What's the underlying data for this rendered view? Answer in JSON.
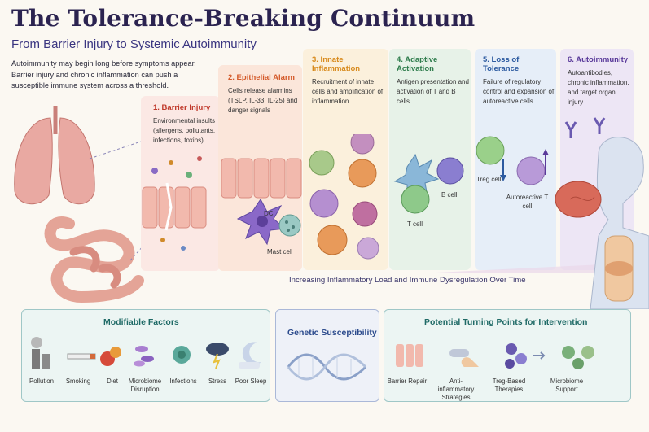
{
  "header": {
    "title": "The Tolerance-Breaking Continuum",
    "subtitle": "From Barrier Injury to Systemic Autoimmunity",
    "intro": "Autoimmunity may begin long before symptoms appear. Barrier injury and chronic inflammation can push a susceptible immune system across a threshold."
  },
  "stages": [
    {
      "heading": "1. Barrier Injury",
      "body": "Environmental insults (allergens, pollutants, infections, toxins)",
      "color": "#c0392b"
    },
    {
      "heading": "2. Epithelial Alarm",
      "body": "Cells release alarmins (TSLP, IL-33, IL-25) and danger signals",
      "color": "#d45a2a"
    },
    {
      "heading": "3. Innate Inflammation",
      "body": "Recruitment of innate cells and amplification of inflammation",
      "color": "#d88a1c"
    },
    {
      "heading": "4. Adaptive Activation",
      "body": "Antigen presentation and activation of T and B cells",
      "color": "#2f7d4d"
    },
    {
      "heading": "5. Loss of Tolerance",
      "body": "Failure of regulatory control and expansion of autoreactive cells",
      "color": "#2c5aa0"
    },
    {
      "heading": "6. Autoimmunity",
      "body": "Autoantibodies, chronic inflammation, and target organ injury",
      "color": "#5a3a9a"
    }
  ],
  "cell_labels": {
    "dc": "DC",
    "mast": "Mast cell",
    "tcell": "T cell",
    "bcell": "B cell",
    "treg": "Treg cell",
    "autoreactive": "Autoreactive T cell"
  },
  "progress_label": "Increasing Inflammatory Load and Immune Dysregulation Over Time",
  "modifiable": {
    "title": "Modifiable Factors",
    "items": [
      "Pollution",
      "Smoking",
      "Diet",
      "Microbiome Disruption",
      "Infections",
      "Stress",
      "Poor Sleep"
    ]
  },
  "genetic": {
    "title": "Genetic Susceptibility"
  },
  "interventions": {
    "title": "Potential Turning Points for Intervention",
    "items": [
      "Barrier Repair",
      "Anti-inflammatory Strategies",
      "Treg-Based Therapies",
      "Microbiome Support"
    ]
  }
}
